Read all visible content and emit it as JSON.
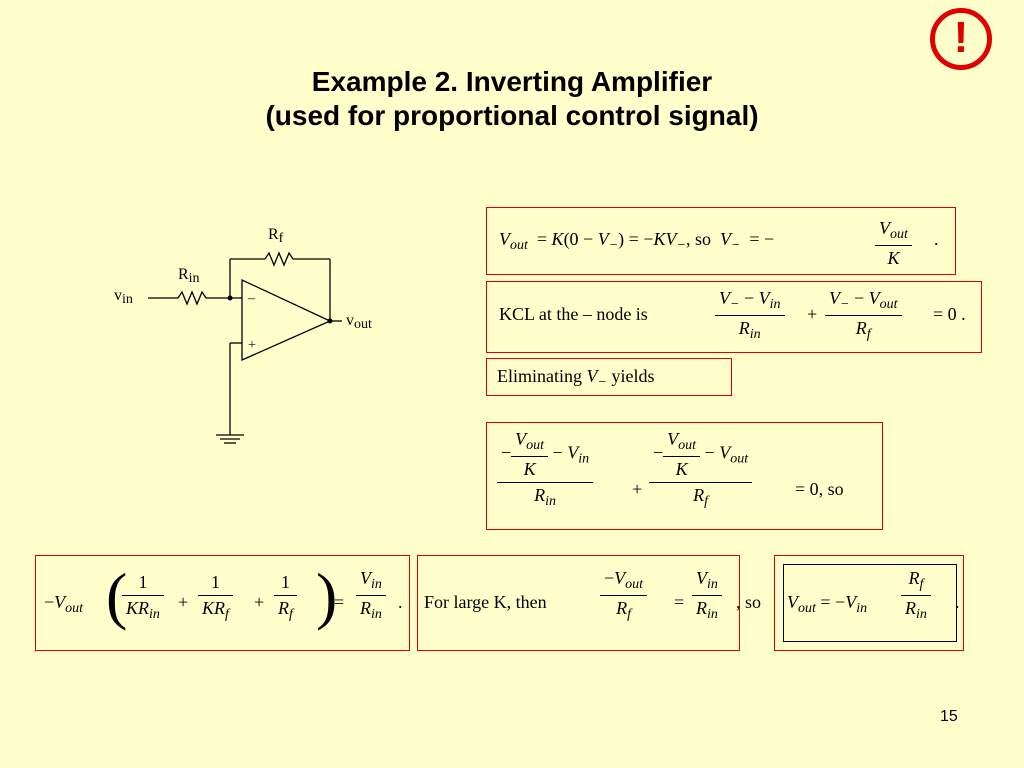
{
  "title_line1": "Example 2.  Inverting Amplifier",
  "title_line2": "(used for proportional control signal)",
  "alert_symbol": "!",
  "page_number": "15",
  "circuit": {
    "rf": "R",
    "rf_sub": "f",
    "rin": "R",
    "rin_sub": "in",
    "vin": "v",
    "vin_sub": "in",
    "vout": "v",
    "vout_sub": "out",
    "minus": "–",
    "plus": "+"
  },
  "eq1": {
    "so": ", so"
  },
  "eq2": {
    "label": "KCL at the – node is"
  },
  "eq3": {
    "label": "Eliminating",
    "tail": "yields"
  },
  "eq4": {
    "so": ", so"
  },
  "eq6": {
    "label": "For large K, then",
    "so": ", so"
  },
  "colors": {
    "background": "#ffffcc",
    "box_border": "#e00000",
    "alert": "#e00000"
  }
}
